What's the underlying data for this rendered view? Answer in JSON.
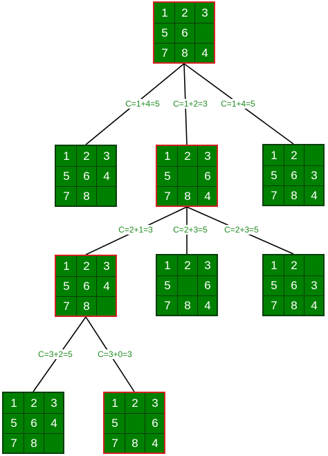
{
  "colors": {
    "tile": "#008000",
    "tile_border": "#0b3d0b",
    "chosen_border": "#d42020",
    "edge": "#000000",
    "label": "#1f8a1f"
  },
  "nodes": [
    {
      "id": "root",
      "grid": [
        "1",
        "2",
        "3",
        "5",
        "6",
        "",
        "7",
        "8",
        "4"
      ],
      "chosen": true
    },
    {
      "id": "l1a",
      "grid": [
        "1",
        "2",
        "3",
        "5",
        "6",
        "4",
        "7",
        "8",
        ""
      ],
      "chosen": false
    },
    {
      "id": "l1b",
      "grid": [
        "1",
        "2",
        "3",
        "5",
        "",
        "6",
        "7",
        "8",
        "4"
      ],
      "chosen": true
    },
    {
      "id": "l1c",
      "grid": [
        "1",
        "2",
        "",
        "5",
        "6",
        "3",
        "7",
        "8",
        "4"
      ],
      "chosen": false
    },
    {
      "id": "l2a",
      "grid": [
        "1",
        "2",
        "3",
        "5",
        "6",
        "4",
        "7",
        "8",
        ""
      ],
      "chosen": true
    },
    {
      "id": "l2b",
      "grid": [
        "1",
        "2",
        "3",
        "5",
        "",
        "6",
        "7",
        "8",
        "4"
      ],
      "chosen": false
    },
    {
      "id": "l2c",
      "grid": [
        "1",
        "2",
        "",
        "5",
        "6",
        "3",
        "7",
        "8",
        "4"
      ],
      "chosen": false
    },
    {
      "id": "l3a",
      "grid": [
        "1",
        "2",
        "3",
        "5",
        "6",
        "4",
        "7",
        "8",
        ""
      ],
      "chosen": false
    },
    {
      "id": "l3b",
      "grid": [
        "1",
        "2",
        "3",
        "5",
        "",
        "6",
        "7",
        "8",
        "4"
      ],
      "chosen": true
    }
  ],
  "edges": [
    {
      "from": "root",
      "to": "l1a",
      "label": "C=1+4=5"
    },
    {
      "from": "root",
      "to": "l1b",
      "label": "C=1+2=3"
    },
    {
      "from": "root",
      "to": "l1c",
      "label": "C=1+4=5"
    },
    {
      "from": "l1b",
      "to": "l2a",
      "label": "C=2+1=3"
    },
    {
      "from": "l1b",
      "to": "l2b",
      "label": "C=2+3=5"
    },
    {
      "from": "l1b",
      "to": "l2c",
      "label": "C=2+3=5"
    },
    {
      "from": "l2a",
      "to": "l3a",
      "label": "C=3+2=5"
    },
    {
      "from": "l2a",
      "to": "l3b",
      "label": "C=3+0=3"
    }
  ]
}
